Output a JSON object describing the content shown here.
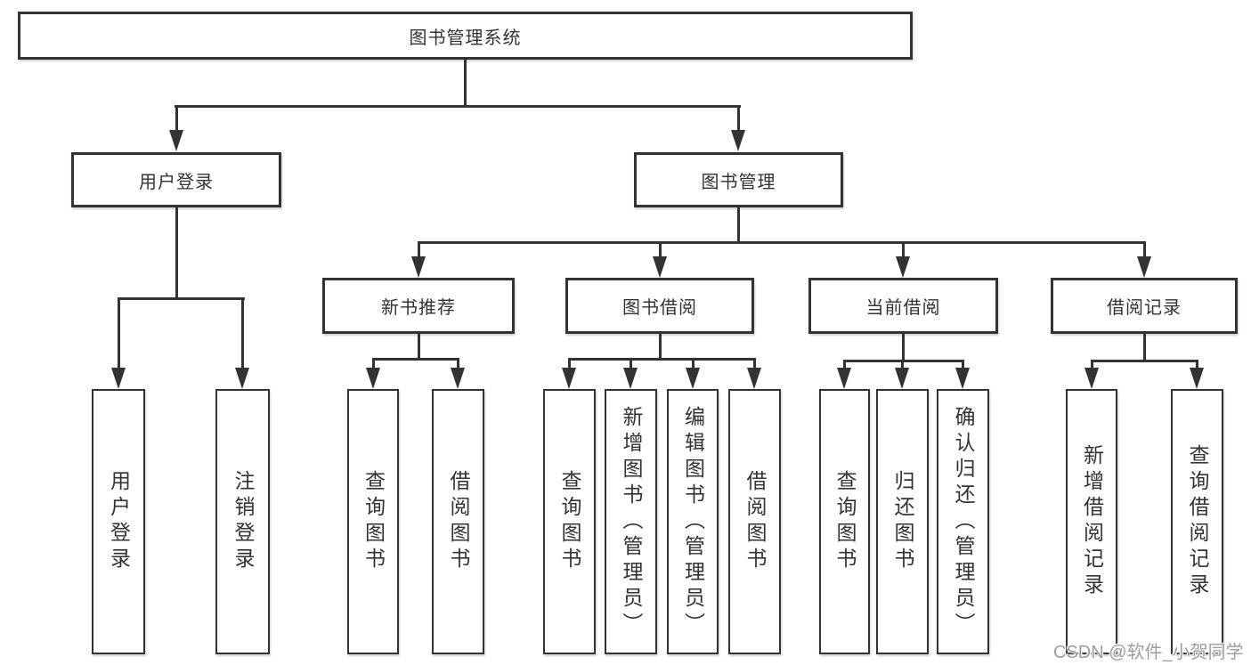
{
  "diagram": {
    "root": {
      "label": "图书管理系统"
    },
    "user_login": {
      "label": "用户登录",
      "children": {
        "login": "用户登录",
        "logout": "注销登录"
      }
    },
    "book_mgmt": {
      "label": "图书管理",
      "new_book_rec": {
        "label": "新书推荐",
        "children": {
          "query_books": "查询图书",
          "borrow_books": "借阅图书"
        }
      },
      "book_borrow": {
        "label": "图书借阅",
        "children": {
          "query_books": "查询图书",
          "add_books": "新增图书（管理员）",
          "edit_books": "编辑图书（管理员）",
          "borrow_books": "借阅图书"
        }
      },
      "current_borrow": {
        "label": "当前借阅",
        "children": {
          "query_books": "查询图书",
          "return_books": "归还图书",
          "confirm_return": "确认归还（管理员）"
        }
      },
      "borrow_record": {
        "label": "借阅记录",
        "children": {
          "add_record": "新增借阅记录",
          "query_record": "查询借阅记录"
        }
      }
    }
  },
  "watermark": {
    "text": "CSDN @软件_小贺同学"
  },
  "colors": {
    "line": "#333333",
    "box_border": "#333333",
    "box_fill": "#ffffff",
    "text": "#333333",
    "watermark_text": "#9e9e9e",
    "background": "#ffffff"
  }
}
